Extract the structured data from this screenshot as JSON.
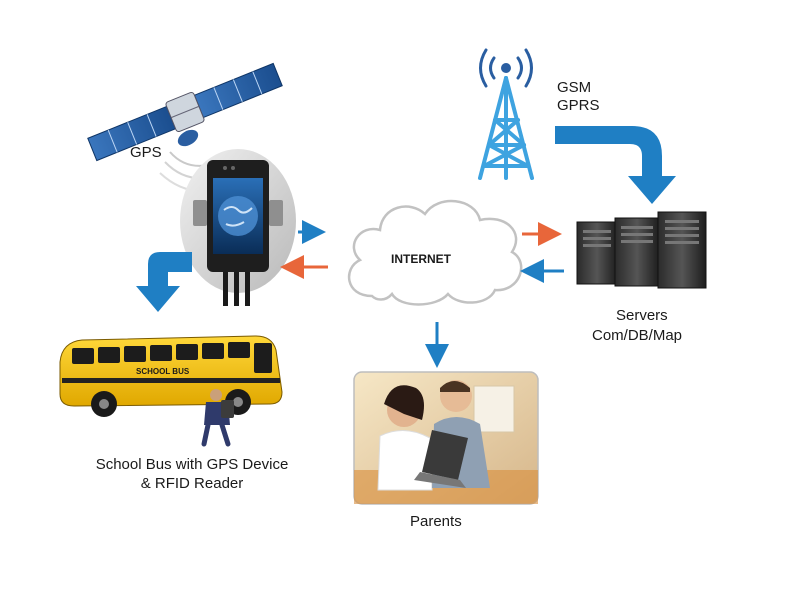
{
  "labels": {
    "gps": "GPS",
    "gsm": "GSM",
    "gprs": "GPRS",
    "internet": "INTERNET",
    "servers": "Servers",
    "servers_sub": "Com/DB/Map",
    "school_bus_line1": "School Bus with GPS Device",
    "school_bus_line2": "& RFID Reader",
    "bus_side_text": "SCHOOL BUS",
    "parents": "Parents"
  },
  "colors": {
    "accent_blue": "#1f7fc4",
    "accent_orange": "#e8663a",
    "bus_yellow": "#f4c20d",
    "tower_blue": "#3ea3e0"
  },
  "icons": {
    "satellite": "satellite-icon",
    "tower": "cell-tower-icon",
    "device": "gps-device-icon",
    "cloud": "cloud-icon",
    "servers": "server-rack-icon",
    "bus": "school-bus-icon",
    "student": "student-icon",
    "parents": "parents-photo"
  }
}
